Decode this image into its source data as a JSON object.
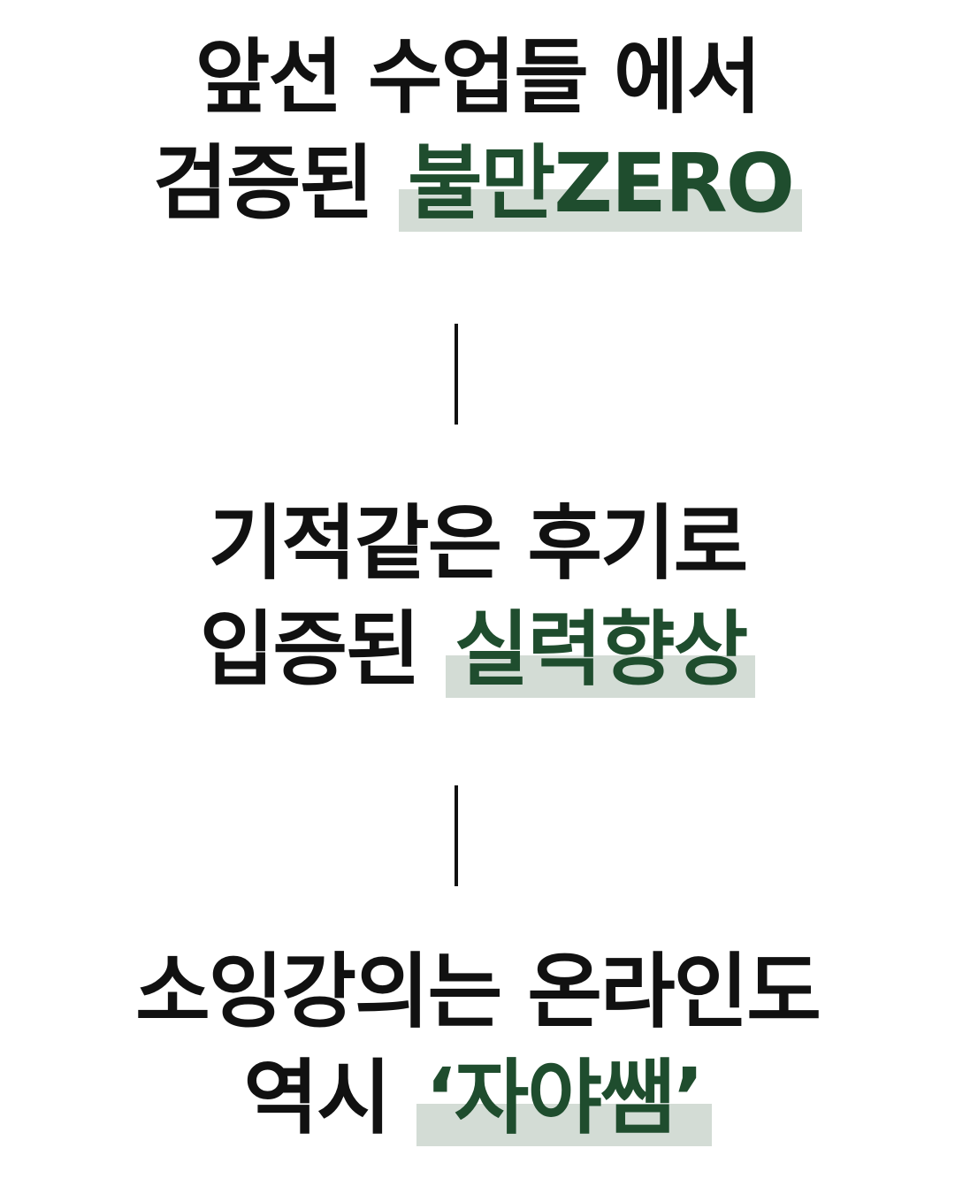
{
  "colors": {
    "text": "#111111",
    "highlight_text": "#1f4d2e",
    "highlight_background": "#d3dcd5",
    "background": "#ffffff"
  },
  "blocks": [
    {
      "line1": "앞선 수업들 에서",
      "line2_prefix": "검증된",
      "line2_highlight": "불만ZERO"
    },
    {
      "line1": "기적같은 후기로",
      "line2_prefix": "입증된",
      "line2_highlight": "실력향상"
    },
    {
      "line1": "소잉강의는 온라인도",
      "line2_prefix": "역시",
      "line2_highlight": "‘자야쌤’"
    }
  ]
}
